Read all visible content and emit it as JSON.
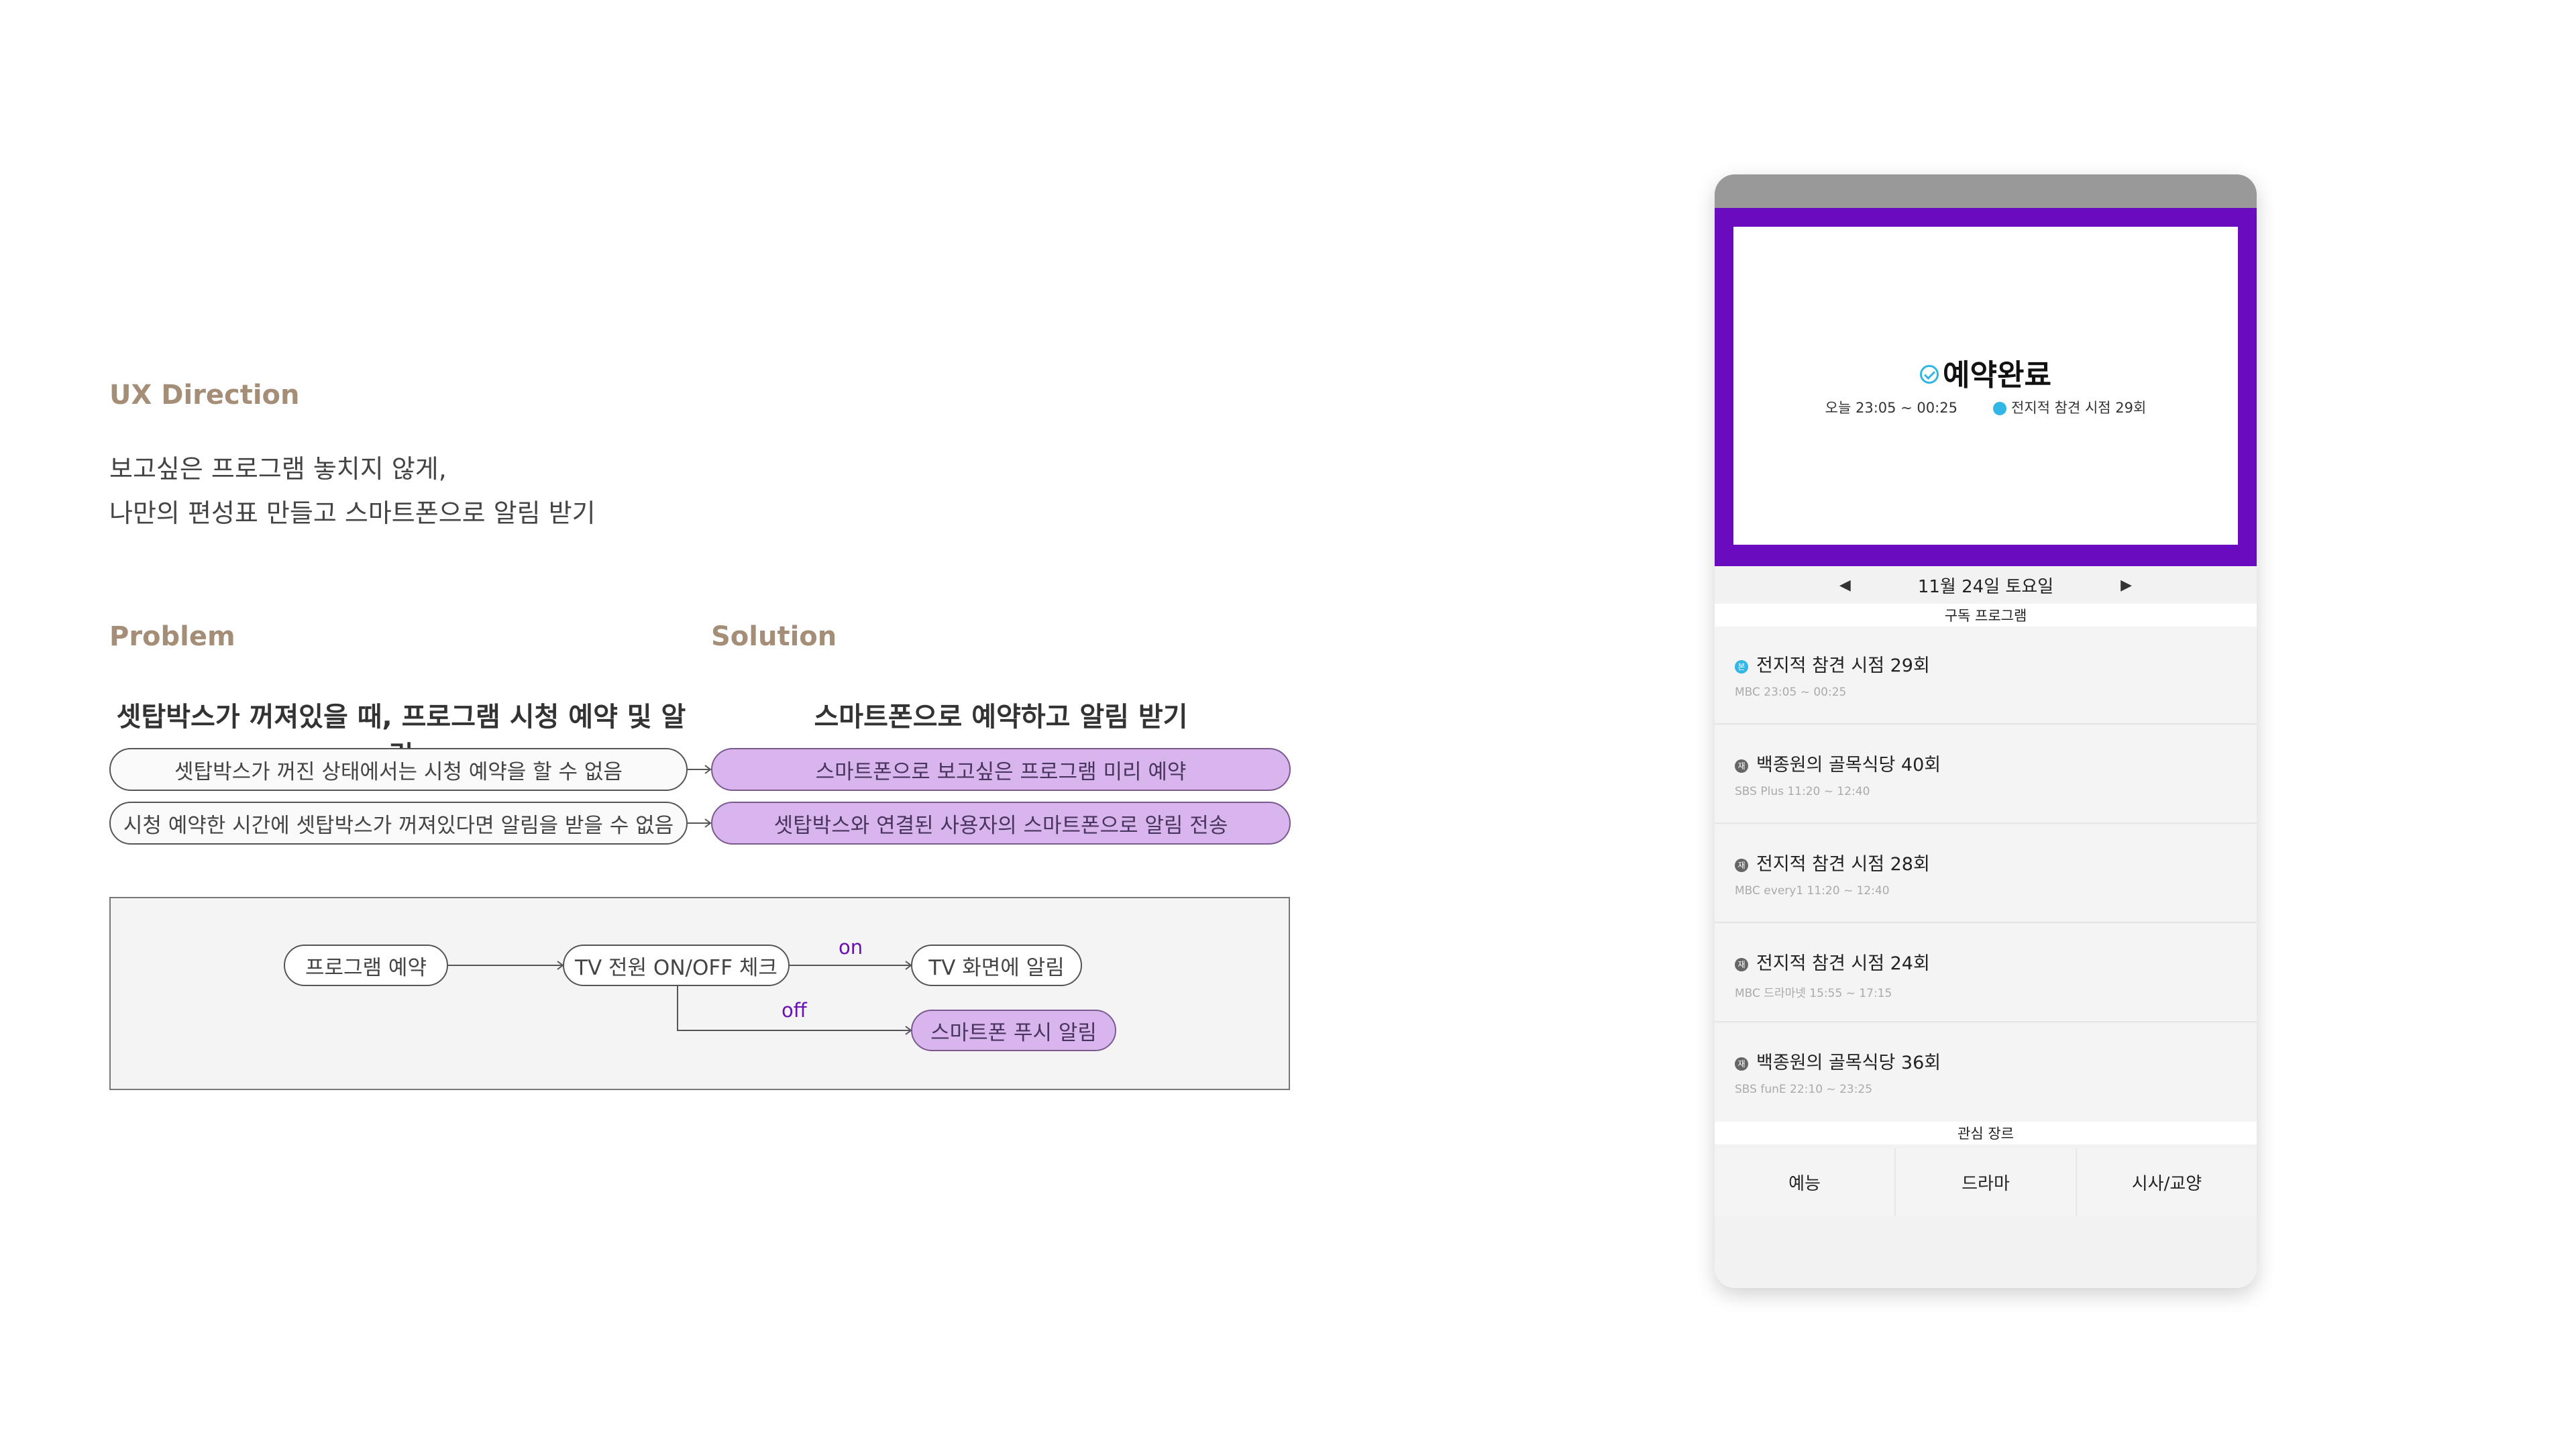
{
  "direction": {
    "title": "UX Direction",
    "lines": [
      "보고싶은 프로그램 놓치지 않게,",
      "나만의 편성표 만들고 스마트폰으로 알림 받기"
    ]
  },
  "problem": {
    "label": "Problem",
    "heading": "셋탑박스가 꺼져있을 때, 프로그램 시청 예약 및 알림",
    "items": [
      "셋탑박스가 꺼진 상태에서는 시청 예약을 할 수 없음",
      "시청 예약한 시간에 셋탑박스가 꺼져있다면 알림을 받을 수 없음"
    ]
  },
  "solution": {
    "label": "Solution",
    "heading": "스마트폰으로 예약하고 알림 받기",
    "items": [
      "스마트폰으로 보고싶은 프로그램 미리 예약",
      "셋탑박스와 연결된 사용자의 스마트폰으로 알림 전송"
    ]
  },
  "flow": {
    "reserve": "프로그램 예약",
    "check": "TV 전원 ON/OFF 체크",
    "on_label": "on",
    "off_label": "off",
    "tv_alert": "TV 화면에 알림",
    "push_alert": "스마트폰 푸시 알림"
  },
  "phone": {
    "done_title": "예약완료",
    "done_time": "오늘 23:05 ~ 00:25",
    "done_program": "전지적 참견 시점 29회",
    "date": "11월 24일 토요일",
    "prev_arrow": "◀",
    "next_arrow": "▶",
    "subscribed_title": "구독 프로그램",
    "programs": [
      {
        "badge": "본",
        "title": "전지적 참견 시점 29회",
        "time": "MBC 23:05 ~ 00:25"
      },
      {
        "badge": "재",
        "title": "백종원의 골목식당 40회",
        "time": "SBS Plus 11:20 ~ 12:40"
      },
      {
        "badge": "재",
        "title": "전지적 참견 시점 28회",
        "time": "MBC every1 11:20 ~ 12:40"
      },
      {
        "badge": "재",
        "title": "전지적 참견 시점 24회",
        "time": "MBC 드라마넷 15:55 ~ 17:15"
      },
      {
        "badge": "재",
        "title": "백종원의 골목식당 36회",
        "time": "SBS funE 22:10 ~ 23:25"
      }
    ],
    "genre_title": "관심 장르",
    "genres": [
      "예능",
      "드라마",
      "시사/교양"
    ]
  },
  "colors": {
    "accent_heading": "#a58e77",
    "solution_fill": "#d9b5ee",
    "tv_frame": "#6a0bbf",
    "badge_blue": "#33b5e5"
  }
}
